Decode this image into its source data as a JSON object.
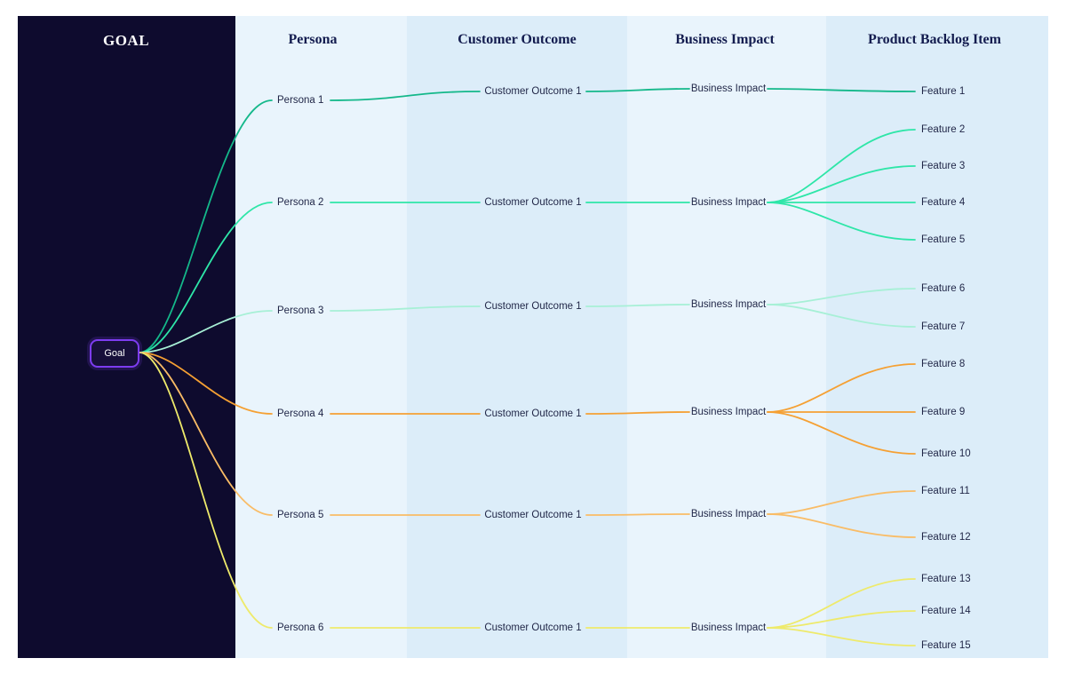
{
  "columns": [
    {
      "label": "GOAL"
    },
    {
      "label": "Persona"
    },
    {
      "label": "Customer Outcome"
    },
    {
      "label": "Business Impact"
    },
    {
      "label": "Product Backlog Item"
    }
  ],
  "goal": {
    "label": "Goal"
  },
  "branches": [
    {
      "persona": "Persona 1",
      "outcome": "Customer Outcome 1",
      "impact": "Business Impact",
      "color": "#14b88a",
      "features": [
        "Feature 1"
      ]
    },
    {
      "persona": "Persona 2",
      "outcome": "Customer Outcome 1",
      "impact": "Business Impact",
      "color": "#2ee6a8",
      "features": [
        "Feature 2",
        "Feature 3",
        "Feature 4",
        "Feature 5"
      ]
    },
    {
      "persona": "Persona 3",
      "outcome": "Customer Outcome 1",
      "impact": "Business Impact",
      "color": "#a7f0d6",
      "features": [
        "Feature 6",
        "Feature 7"
      ]
    },
    {
      "persona": "Persona 4",
      "outcome": "Customer Outcome 1",
      "impact": "Business Impact",
      "color": "#f5a033",
      "features": [
        "Feature 8",
        "Feature 9",
        "Feature 10"
      ]
    },
    {
      "persona": "Persona 5",
      "outcome": "Customer Outcome 1",
      "impact": "Business Impact",
      "color": "#f9bc66",
      "features": [
        "Feature 11",
        "Feature 12"
      ]
    },
    {
      "persona": "Persona 6",
      "outcome": "Customer Outcome 1",
      "impact": "Business Impact",
      "color": "#eeea6b",
      "features": [
        "Feature 13",
        "Feature 14",
        "Feature 15"
      ]
    }
  ],
  "colors": {
    "goal_column_bg": "#0e0b2e",
    "light_column_bg": "#e9f4fc",
    "alt_column_bg": "#dcedf9",
    "goal_node_border": "#7d3cf0",
    "node_text": "#1f2546"
  }
}
